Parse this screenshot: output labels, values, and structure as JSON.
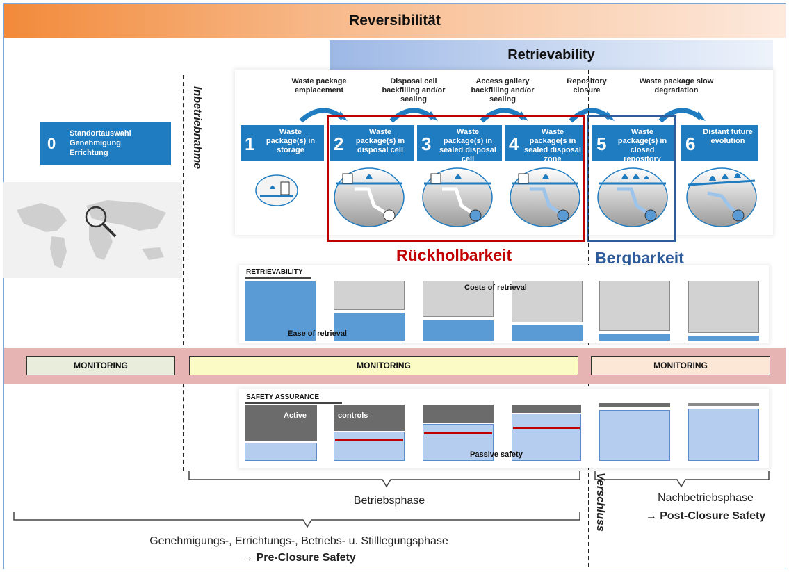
{
  "title": "Reversibilität",
  "subtitle": "Retrievability",
  "stage0": {
    "num": "0",
    "lines": [
      "Standortauswahl",
      "Genehmigung",
      "Errichtung"
    ]
  },
  "stages": [
    {
      "num": "1",
      "text": "Waste package(s) in storage"
    },
    {
      "num": "2",
      "text": "Waste package(s) in disposal cell"
    },
    {
      "num": "3",
      "text": "Waste package(s) in sealed disposal cell"
    },
    {
      "num": "4",
      "text": "Waste package(s in sealed disposal zone"
    },
    {
      "num": "5",
      "text": "Waste package(s) in closed repository"
    },
    {
      "num": "6",
      "text": "Distant future evolution"
    }
  ],
  "transitions": [
    "Waste package emplacement",
    "Disposal cell backfilling and/or sealing",
    "Access gallery backfilling and/or sealing",
    "Repository closure",
    "Waste package slow degradation"
  ],
  "labels": {
    "inbetriebnahme": "Inbetriebnahme",
    "verschluss": "Verschluss",
    "rueckholbarkeit": "Rückholbarkeit",
    "bergbarkeit": "Bergbarkeit"
  },
  "retrievability": {
    "title": "RETRIEVABILITY",
    "costs": "Costs of retrieval",
    "ease": "Ease of retrieval",
    "ease_levels": [
      1.0,
      0.47,
      0.35,
      0.25,
      0.12,
      0.08
    ]
  },
  "monitoring": [
    "MONITORING",
    "MONITORING",
    "MONITORING"
  ],
  "safety": {
    "title": "SAFETY ASSURANCE",
    "active": "Active",
    "controls": "controls",
    "passive": "Passive safety"
  },
  "phases": {
    "betrieb": "Betriebsphase",
    "nachbetrieb": "Nachbetriebsphase",
    "post_closure": "→ Post-Closure Safety",
    "genehmigung": "Genehmigungs-, Errichtungs-, Betriebs- u. Stilllegungsphase",
    "pre_closure": "→ Pre-Closure Safety"
  },
  "colors": {
    "stage_blue": "#1f7cc0",
    "rueckholbarkeit_red": "#c00000",
    "bergbarkeit_blue": "#2e5b9a",
    "monitoring_band": "#e6b5b3"
  }
}
